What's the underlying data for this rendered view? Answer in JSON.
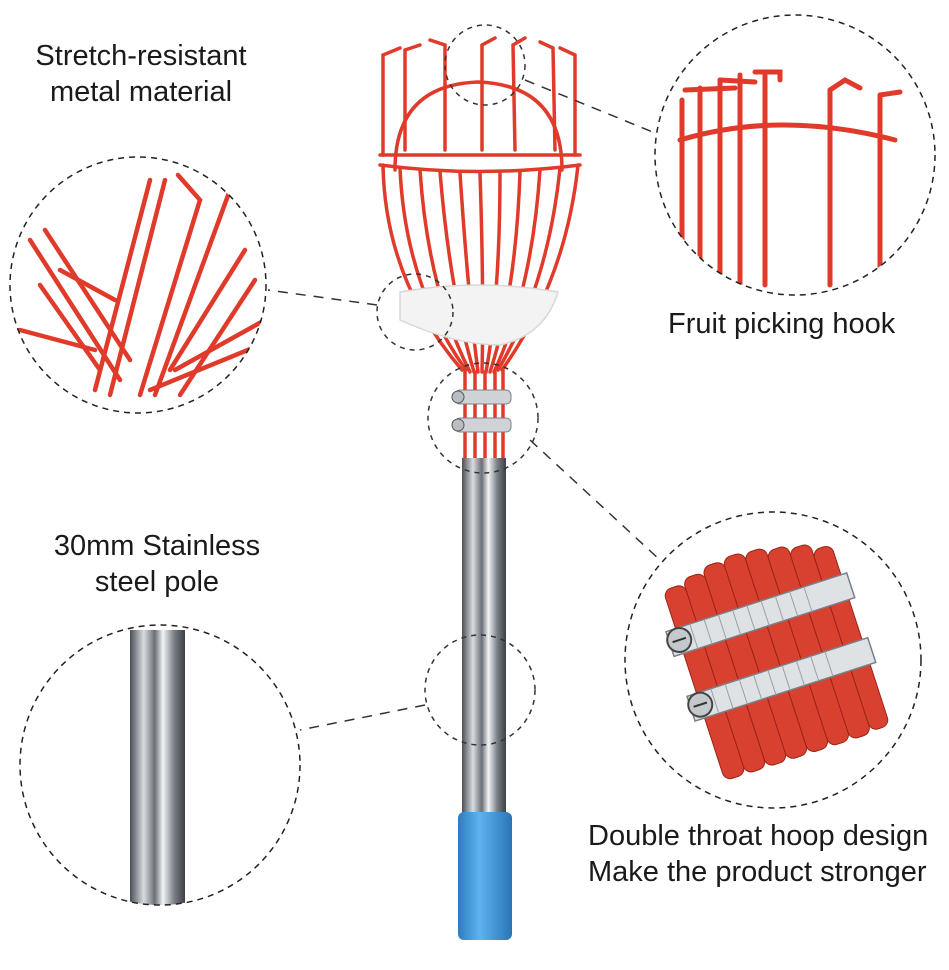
{
  "labels": {
    "stretch": {
      "line1": "Stretch-resistant",
      "line2": "metal material"
    },
    "hook": {
      "line1": "Fruit picking hook"
    },
    "pole": {
      "line1": "30mm Stainless",
      "line2": "steel pole"
    },
    "hoop": {
      "line1": "Double throat hoop design",
      "line2": "Make the product stronger"
    }
  },
  "colors": {
    "wire_red": "#e03a2a",
    "steel": "#9aa0a6",
    "grip_blue": "#3b9be0",
    "circle_stroke": "#222222"
  }
}
